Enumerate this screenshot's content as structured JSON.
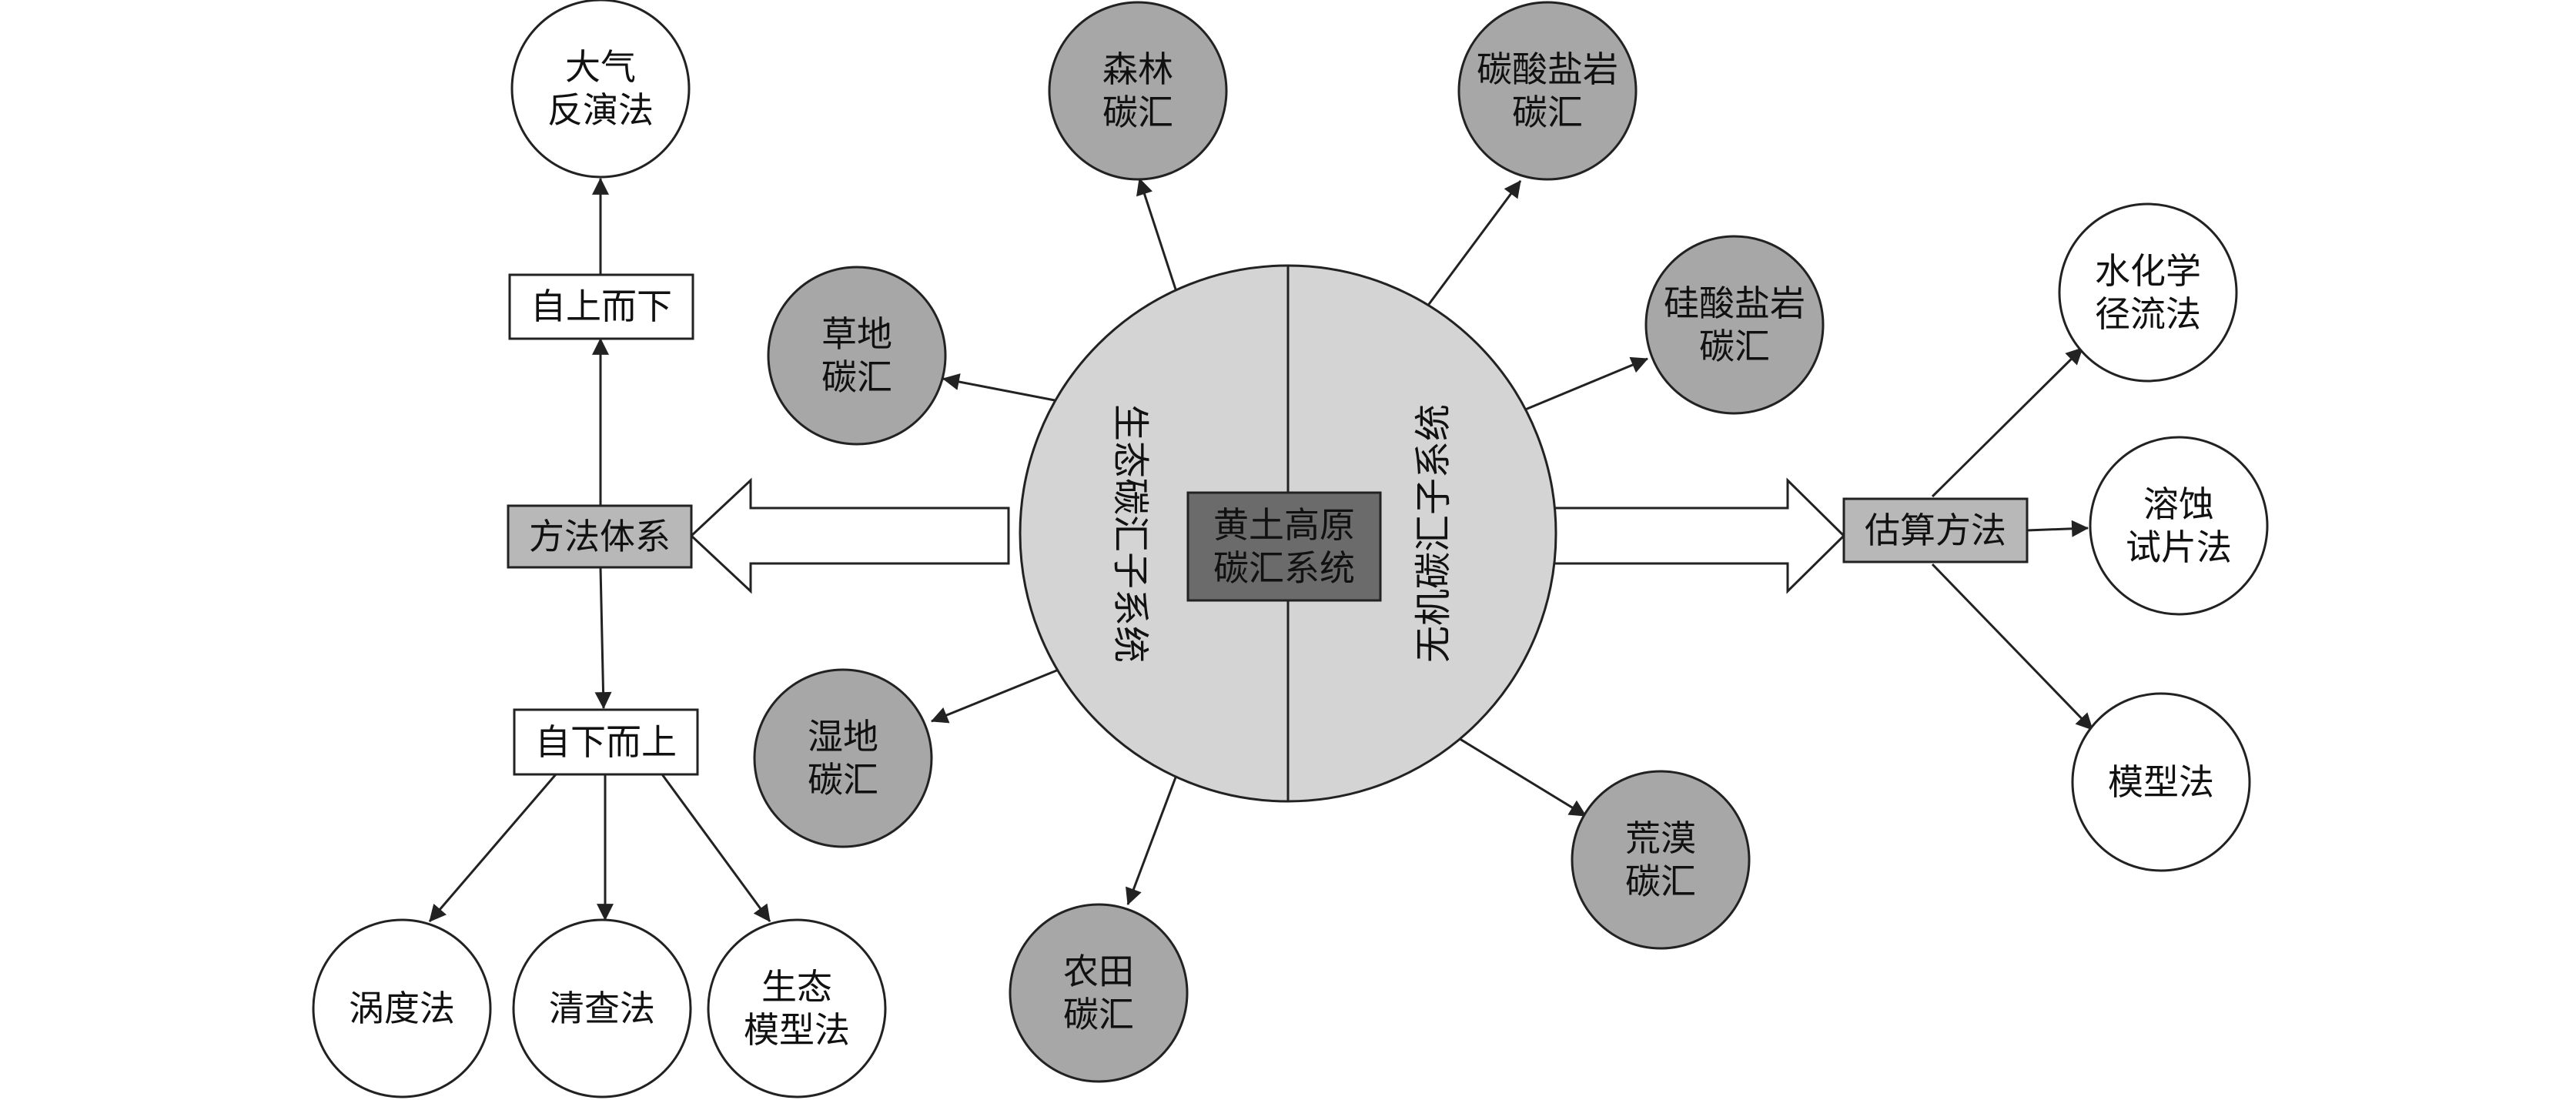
{
  "center": {
    "lines": [
      "黄土高原",
      "碳汇系统"
    ]
  },
  "subsystems": {
    "eco": "生态碳汇子系统",
    "inorganic": "无机碳汇子系统"
  },
  "eco_sinks": {
    "forest": [
      "森林",
      "碳汇"
    ],
    "grassland": [
      "草地",
      "碳汇"
    ],
    "wetland": [
      "湿地",
      "碳汇"
    ],
    "farmland": [
      "农田",
      "碳汇"
    ]
  },
  "inorganic_sinks": {
    "carbonate": [
      "碳酸盐岩",
      "碳汇"
    ],
    "silicate": [
      "硅酸盐岩",
      "碳汇"
    ],
    "desert": [
      "荒漠",
      "碳汇"
    ]
  },
  "method_system": {
    "label": "方法体系",
    "top_down": "自上而下",
    "bottom_up": "自下而上",
    "atmospheric_inversion": [
      "大气",
      "反演法"
    ],
    "eddy_covariance": [
      "涡度法"
    ],
    "inventory": [
      "清查法"
    ],
    "ecological_model": [
      "生态",
      "模型法"
    ]
  },
  "estimation": {
    "label": "估算方法",
    "hydrochemical_runoff": [
      "水化学",
      "径流法"
    ],
    "dissolution_tablet": [
      "溶蚀",
      "试片法"
    ],
    "model": [
      "模型法"
    ]
  },
  "colors": {
    "center_box": "#6b6b6b",
    "big_circle": "#d4d4d4",
    "sink_circle": "#a7a7a7",
    "method_box": "#b8b8b8",
    "stroke": "#222222"
  }
}
